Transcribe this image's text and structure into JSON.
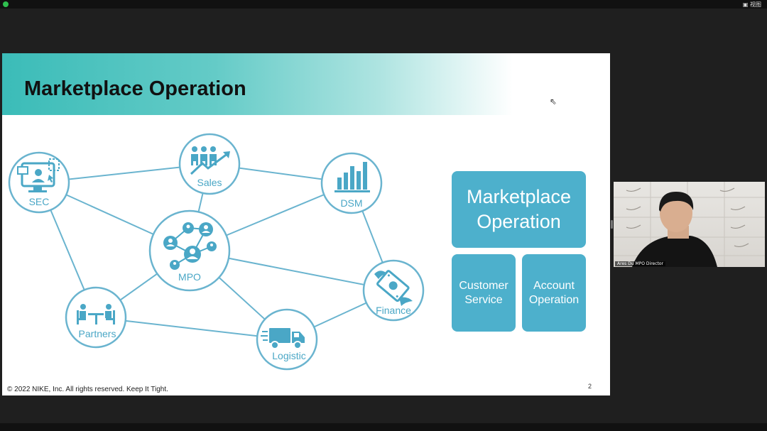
{
  "window": {
    "view_button": "▣ 视图"
  },
  "slide": {
    "title": "Marketplace Operation",
    "copyright": "© 2022 NIKE, Inc. All rights reserved. Keep It Tight.",
    "page_number": "2",
    "nodes": {
      "sec": "SEC",
      "sales": "Sales",
      "dsm": "DSM",
      "mpo": "MPO",
      "finance": "Finance",
      "partners": "Partners",
      "logistic": "Logistic"
    },
    "boxes": {
      "main_line1": "Marketplace",
      "main_line2": "Operation",
      "customer_line1": "Customer",
      "customer_line2": "Service",
      "account_line1": "Account",
      "account_line2": "Operation"
    }
  },
  "participant": {
    "name_tag": "Ares Du MPO Director"
  },
  "colors": {
    "accent": "#4db0cc",
    "teal": "#3bbcb8",
    "node_stroke": "#6ab4cf",
    "icon": "#4aa7c6"
  }
}
